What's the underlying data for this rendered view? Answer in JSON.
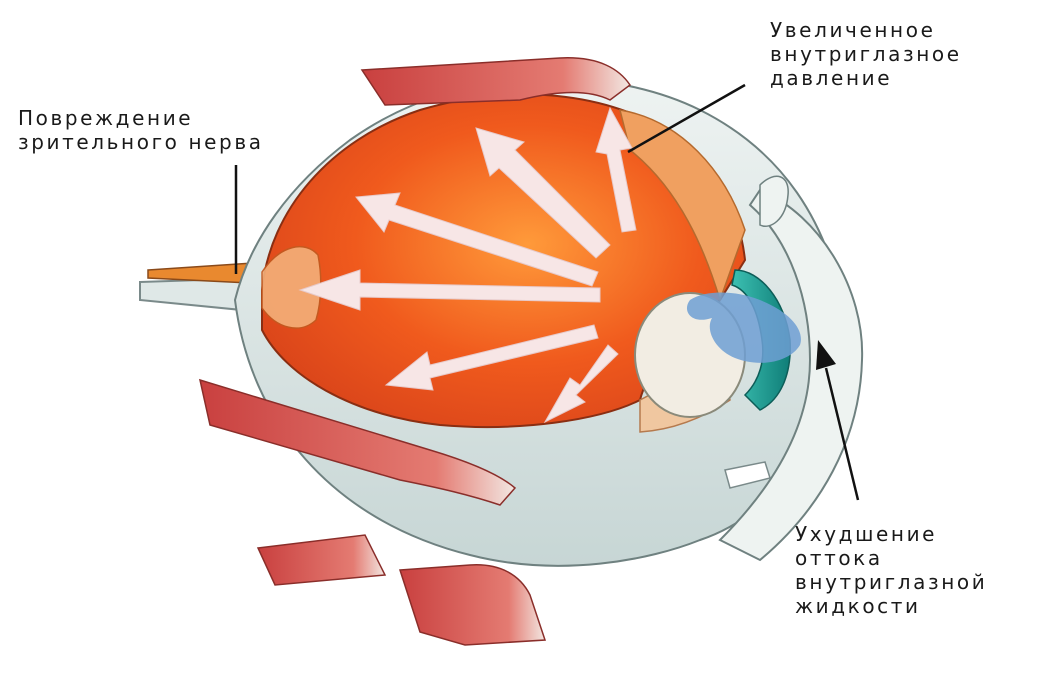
{
  "labels": {
    "pressure": [
      "Увеличенное",
      "внутриглазное",
      "давление"
    ],
    "nerve": [
      "Повреждение",
      "зрительного нерва"
    ],
    "outflow": [
      "Ухудшение",
      "оттока",
      "внутриглазной",
      "жидкости"
    ]
  },
  "colors": {
    "vitreous": "#f25a1c",
    "vitreous_light": "#ff8a3c",
    "sclera": "#d9e4e3",
    "muscle": "#d8544f",
    "muscle_tendon": "#f0e6e0",
    "iris": "#1aa39a",
    "aqueous_outflow_marker": "#6f9fd4",
    "arrows": "#f7e6e6",
    "leader_lines": "#111111"
  }
}
